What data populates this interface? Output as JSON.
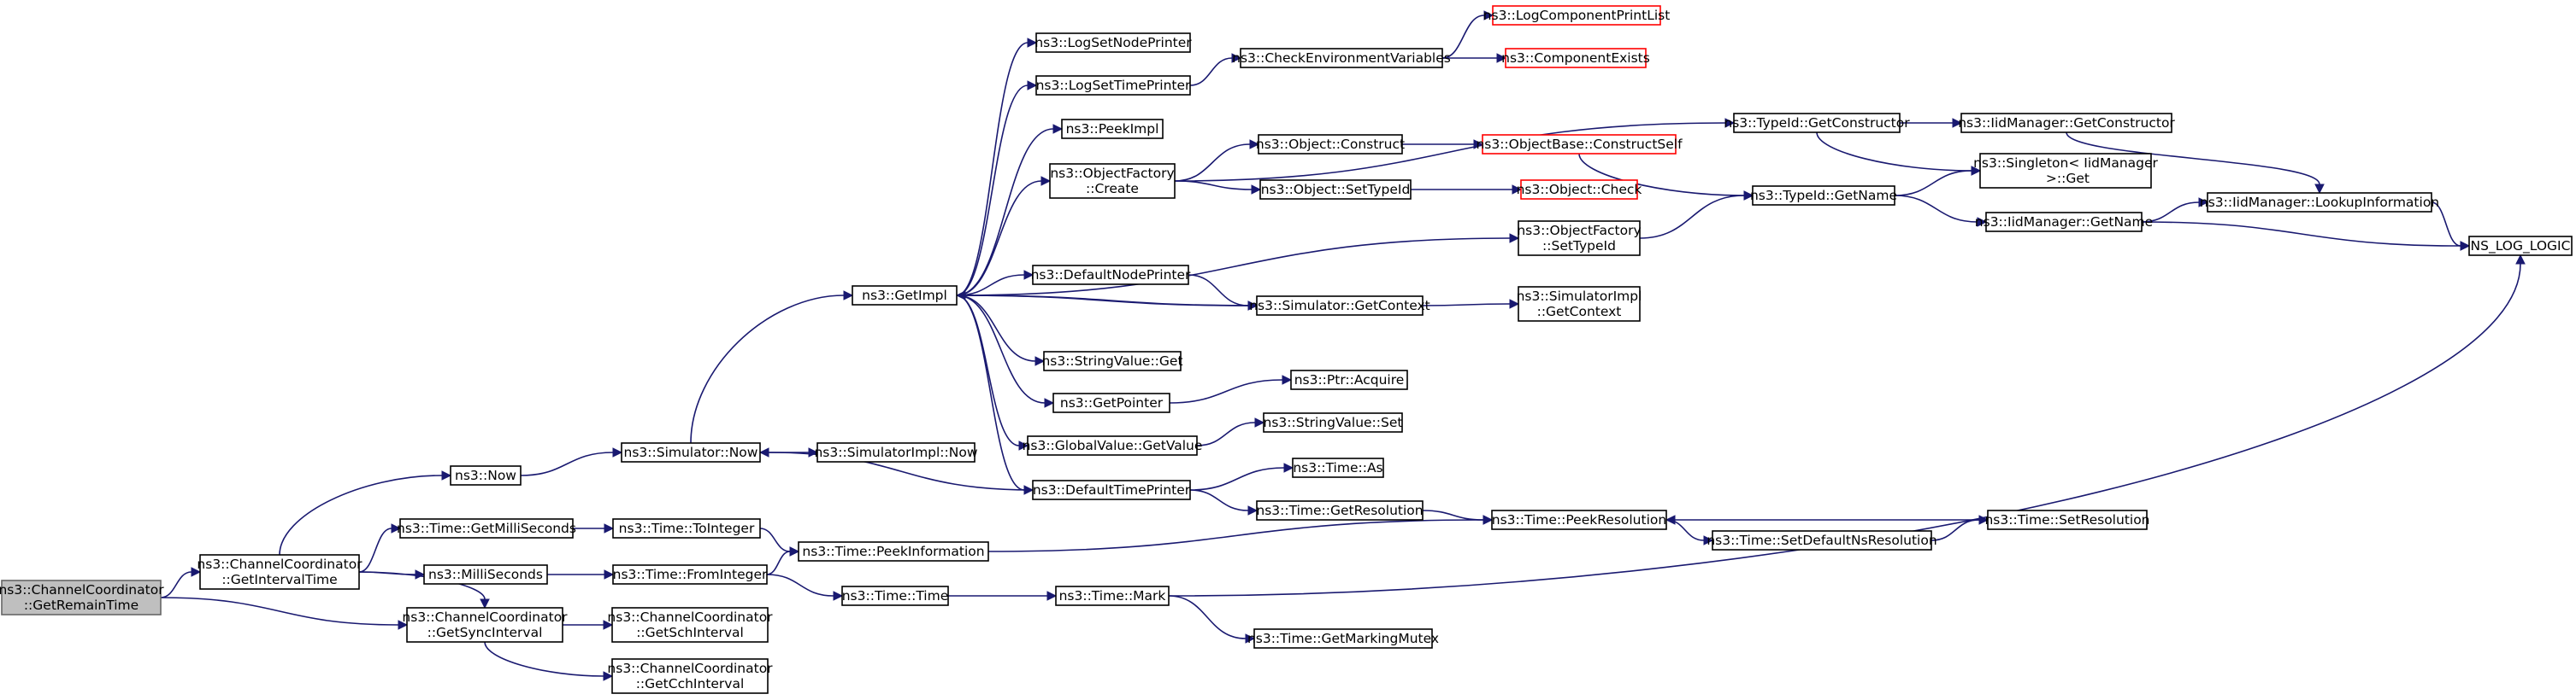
{
  "diagram": {
    "type": "call-graph",
    "colors": {
      "edge": "#191970",
      "root_fill": "#bfbfbf",
      "root_border": "#666666",
      "node_border": "#000000",
      "truncated_border": "#ff0000"
    },
    "nodes": [
      {
        "id": "root",
        "label": "ns3::ChannelCoordinator\n::GetRemainTime",
        "style": "root"
      },
      {
        "id": "getInterval",
        "label": "ns3::ChannelCoordinator\n::GetIntervalTime"
      },
      {
        "id": "getSync",
        "label": "ns3::ChannelCoordinator\n::GetSyncInterval"
      },
      {
        "id": "now",
        "label": "ns3::Now"
      },
      {
        "id": "getMilli",
        "label": "ns3::Time::GetMilliSeconds"
      },
      {
        "id": "milli",
        "label": "ns3::MilliSeconds"
      },
      {
        "id": "getSch",
        "label": "ns3::ChannelCoordinator\n::GetSchInterval"
      },
      {
        "id": "getCch",
        "label": "ns3::ChannelCoordinator\n::GetCchInterval"
      },
      {
        "id": "simNow",
        "label": "ns3::Simulator::Now"
      },
      {
        "id": "toInteger",
        "label": "ns3::Time::ToInteger"
      },
      {
        "id": "fromInteger",
        "label": "ns3::Time::FromInteger"
      },
      {
        "id": "peekInfo",
        "label": "ns3::Time::PeekInformation"
      },
      {
        "id": "timeTime",
        "label": "ns3::Time::Time"
      },
      {
        "id": "simImplNow",
        "label": "ns3::SimulatorImpl::Now"
      },
      {
        "id": "getImpl",
        "label": "ns3::GetImpl"
      },
      {
        "id": "logNode",
        "label": "ns3::LogSetNodePrinter"
      },
      {
        "id": "logTime",
        "label": "ns3::LogSetTimePrinter"
      },
      {
        "id": "peekImpl",
        "label": "ns3::PeekImpl"
      },
      {
        "id": "objFactCreate",
        "label": "ns3::ObjectFactory\n::Create"
      },
      {
        "id": "defNode",
        "label": "ns3::DefaultNodePrinter"
      },
      {
        "id": "strGet",
        "label": "ns3::StringValue::Get"
      },
      {
        "id": "getPointer",
        "label": "ns3::GetPointer"
      },
      {
        "id": "gvGetValue",
        "label": "ns3::GlobalValue::GetValue"
      },
      {
        "id": "defTime",
        "label": "ns3::DefaultTimePrinter"
      },
      {
        "id": "timeMark",
        "label": "ns3::Time::Mark"
      },
      {
        "id": "checkEnv",
        "label": "ns3::CheckEnvironmentVariables"
      },
      {
        "id": "objConstruct",
        "label": "ns3::Object::Construct"
      },
      {
        "id": "objSetTypeId",
        "label": "ns3::Object::SetTypeId"
      },
      {
        "id": "simGetContext",
        "label": "ns3::Simulator::GetContext"
      },
      {
        "id": "ptrAcquire",
        "label": "ns3::Ptr::Acquire"
      },
      {
        "id": "strSet",
        "label": "ns3::StringValue::Set"
      },
      {
        "id": "timeAs",
        "label": "ns3::Time::As"
      },
      {
        "id": "getRes",
        "label": "ns3::Time::GetResolution"
      },
      {
        "id": "getMarkMutex",
        "label": "ns3::Time::GetMarkingMutex"
      },
      {
        "id": "logCompList",
        "label": "ns3::LogComponentPrintList",
        "style": "red"
      },
      {
        "id": "compExists",
        "label": "ns3::ComponentExists",
        "style": "red"
      },
      {
        "id": "objBaseConstruct",
        "label": "ns3::ObjectBase::ConstructSelf",
        "style": "red"
      },
      {
        "id": "objCheck",
        "label": "ns3::Object::Check",
        "style": "red"
      },
      {
        "id": "objFactSetTypeId",
        "label": "ns3::ObjectFactory\n::SetTypeId"
      },
      {
        "id": "simImplGetContext",
        "label": "ns3::SimulatorImpl\n::GetContext"
      },
      {
        "id": "peekRes",
        "label": "ns3::Time::PeekResolution"
      },
      {
        "id": "setDefNs",
        "label": "ns3::Time::SetDefaultNsResolution"
      },
      {
        "id": "typeIdGetCons",
        "label": "ns3::TypeId::GetConstructor"
      },
      {
        "id": "typeIdGetName",
        "label": "ns3::TypeId::GetName"
      },
      {
        "id": "setRes",
        "label": "ns3::Time::SetResolution"
      },
      {
        "id": "iidGetCons",
        "label": "ns3::IidManager::GetConstructor"
      },
      {
        "id": "singletonGet",
        "label": "ns3::Singleton< IidManager\n >::Get"
      },
      {
        "id": "iidGetName",
        "label": "ns3::IidManager::GetName"
      },
      {
        "id": "iidLookup",
        "label": "ns3::IidManager::LookupInformation"
      },
      {
        "id": "nsLogLogic",
        "label": "NS_LOG_LOGIC"
      }
    ],
    "edges": [
      [
        "root",
        "getInterval"
      ],
      [
        "root",
        "getSync"
      ],
      [
        "getInterval",
        "now"
      ],
      [
        "getInterval",
        "getMilli"
      ],
      [
        "getInterval",
        "milli"
      ],
      [
        "getInterval",
        "getSync"
      ],
      [
        "getSync",
        "getSch"
      ],
      [
        "getSync",
        "getCch"
      ],
      [
        "now",
        "simNow"
      ],
      [
        "getMilli",
        "toInteger"
      ],
      [
        "milli",
        "fromInteger"
      ],
      [
        "toInteger",
        "peekInfo"
      ],
      [
        "fromInteger",
        "peekInfo"
      ],
      [
        "fromInteger",
        "timeTime"
      ],
      [
        "simNow",
        "getImpl"
      ],
      [
        "simNow",
        "simImplNow"
      ],
      [
        "getImpl",
        "logNode"
      ],
      [
        "getImpl",
        "logTime"
      ],
      [
        "getImpl",
        "peekImpl"
      ],
      [
        "getImpl",
        "objFactCreate"
      ],
      [
        "getImpl",
        "objFactSetTypeId"
      ],
      [
        "getImpl",
        "defNode"
      ],
      [
        "getImpl",
        "simGetContext"
      ],
      [
        "getImpl",
        "strGet"
      ],
      [
        "getImpl",
        "getPointer"
      ],
      [
        "getImpl",
        "gvGetValue"
      ],
      [
        "getImpl",
        "defTime"
      ],
      [
        "logTime",
        "checkEnv"
      ],
      [
        "checkEnv",
        "logCompList"
      ],
      [
        "checkEnv",
        "compExists"
      ],
      [
        "objFactCreate",
        "typeIdGetCons"
      ],
      [
        "objFactCreate",
        "objConstruct"
      ],
      [
        "objFactCreate",
        "objSetTypeId"
      ],
      [
        "objConstruct",
        "objBaseConstruct"
      ],
      [
        "objBaseConstruct",
        "typeIdGetName"
      ],
      [
        "objSetTypeId",
        "objCheck"
      ],
      [
        "objFactSetTypeId",
        "typeIdGetName"
      ],
      [
        "defNode",
        "simGetContext"
      ],
      [
        "simGetContext",
        "getImpl"
      ],
      [
        "simGetContext",
        "simImplGetContext"
      ],
      [
        "getPointer",
        "ptrAcquire"
      ],
      [
        "gvGetValue",
        "strSet"
      ],
      [
        "defTime",
        "simNow"
      ],
      [
        "defTime",
        "timeAs"
      ],
      [
        "defTime",
        "getRes"
      ],
      [
        "getRes",
        "peekRes"
      ],
      [
        "peekInfo",
        "peekRes"
      ],
      [
        "peekRes",
        "setDefNs"
      ],
      [
        "setDefNs",
        "setRes"
      ],
      [
        "setRes",
        "peekRes"
      ],
      [
        "timeTime",
        "timeMark"
      ],
      [
        "timeMark",
        "getMarkMutex"
      ],
      [
        "timeMark",
        "nsLogLogic"
      ],
      [
        "typeIdGetCons",
        "iidGetCons"
      ],
      [
        "typeIdGetCons",
        "singletonGet"
      ],
      [
        "typeIdGetName",
        "singletonGet"
      ],
      [
        "typeIdGetName",
        "iidGetName"
      ],
      [
        "iidGetCons",
        "iidLookup"
      ],
      [
        "iidGetName",
        "iidLookup"
      ],
      [
        "iidGetName",
        "nsLogLogic"
      ],
      [
        "iidLookup",
        "nsLogLogic"
      ]
    ]
  }
}
